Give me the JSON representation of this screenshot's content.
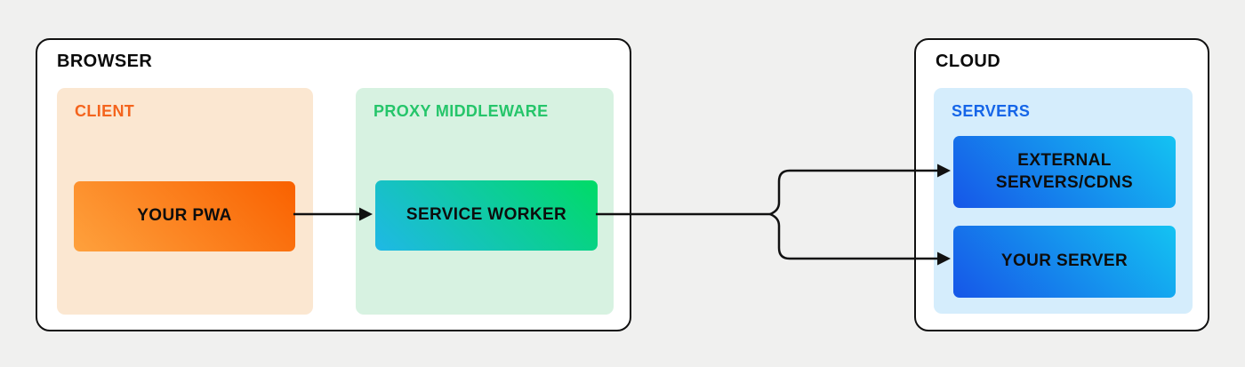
{
  "background_color": "#f0f0ef",
  "box_background": "#ffffff",
  "box_border_color": "#111111",
  "line_color": "#111111",
  "browser": {
    "title": "BROWSER",
    "client": {
      "title": "CLIENT",
      "title_color": "#f4641d",
      "panel_color": "#fbe7d1",
      "node": {
        "label": "YOUR PWA",
        "gradient_from": "#fea13d",
        "gradient_to": "#f96100"
      }
    },
    "proxy": {
      "title": "PROXY MIDDLEWARE",
      "title_color": "#25c56a",
      "panel_color": "#d7f2e1",
      "node": {
        "label": "SERVICE WORKER",
        "gradient_from": "#1fb8e6",
        "gradient_to": "#00db66"
      }
    }
  },
  "cloud": {
    "title": "CLOUD",
    "servers": {
      "title": "SERVERS",
      "title_color": "#1565e8",
      "panel_color": "#d5edfc",
      "nodes": [
        {
          "label": "EXTERNAL SERVERS/CDNS",
          "gradient_from": "#1656e8",
          "gradient_to": "#14c3f2"
        },
        {
          "label": "YOUR SERVER",
          "gradient_from": "#1656e8",
          "gradient_to": "#14c3f2"
        }
      ]
    }
  },
  "connections": [
    {
      "from": "YOUR PWA",
      "to": "SERVICE WORKER"
    },
    {
      "from": "SERVICE WORKER",
      "to": "EXTERNAL SERVERS/CDNS"
    },
    {
      "from": "SERVICE WORKER",
      "to": "YOUR SERVER"
    }
  ]
}
